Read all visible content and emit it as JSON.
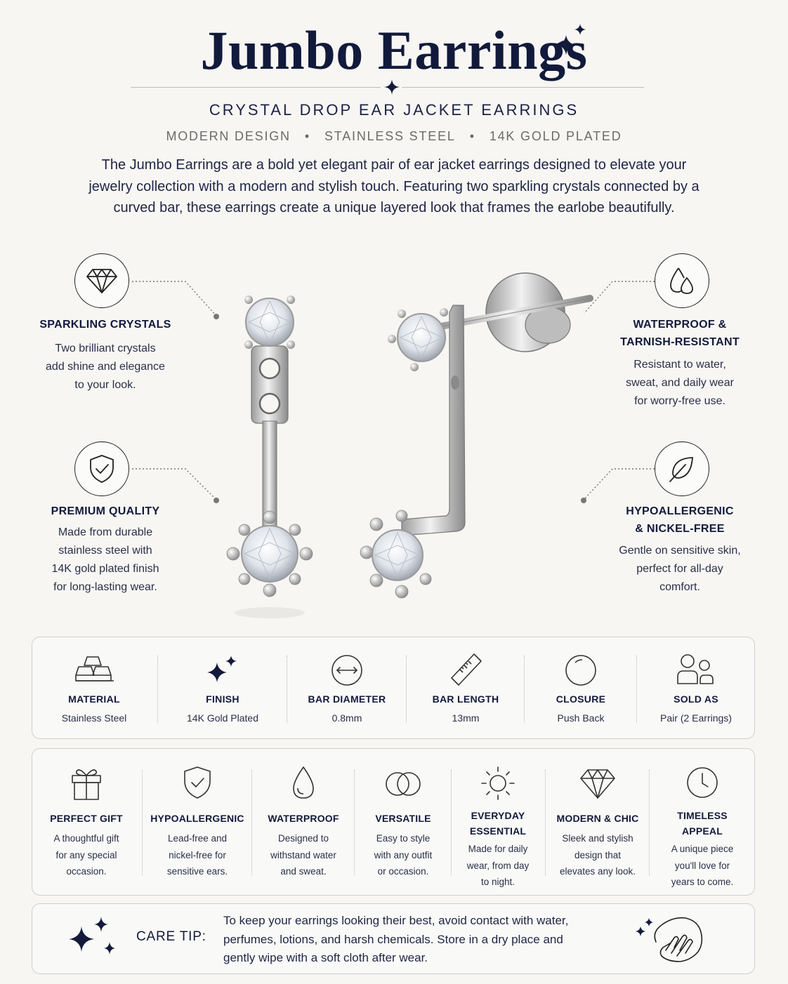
{
  "header": {
    "title": "Jumbo Earrings",
    "subtitle": "CRYSTAL DROP EAR JACKET EARRINGS",
    "features": [
      "MODERN DESIGN",
      "STAINLESS STEEL",
      "14K GOLD PLATED"
    ],
    "separator": "•",
    "description": "The Jumbo Earrings are a bold yet elegant pair of ear jacket earrings designed to elevate your jewelry collection with a modern and stylish touch. Featuring two sparkling crystals connected by a curved bar, these earrings create a unique layered look that frames the earlobe beautifully."
  },
  "callouts": {
    "sparkling": {
      "title": "SPARKLING CRYSTALS",
      "lines": [
        "Two brilliant crystals",
        "add shine and elegance",
        "to your look."
      ],
      "icon": "diamond-icon"
    },
    "premium": {
      "title": "PREMIUM QUALITY",
      "lines": [
        "Made from durable",
        "stainless steel with",
        "14K gold plated finish",
        "for long-lasting wear."
      ],
      "icon": "shield-check-icon"
    },
    "waterproof": {
      "title_lines": [
        "WATERPROOF &",
        "TARNISH-RESISTANT"
      ],
      "lines": [
        "Resistant to water,",
        "sweat, and daily wear",
        "for worry-free use."
      ],
      "icon": "water-drops-icon"
    },
    "hypoallergenic": {
      "title_lines": [
        "HYPOALLERGENIC",
        "& NICKEL-FREE"
      ],
      "lines": [
        "Gentle on sensitive skin,",
        "perfect for all-day",
        "comfort."
      ],
      "icon": "leaf-icon"
    }
  },
  "specs": [
    {
      "label": "MATERIAL",
      "value": "Stainless Steel",
      "icon": "steel-bars-icon"
    },
    {
      "label": "FINISH",
      "value": "14K Gold Plated",
      "icon": "sparkle-icon"
    },
    {
      "label": "BAR DIAMETER",
      "value": "0.8mm",
      "icon": "diameter-icon"
    },
    {
      "label": "BAR LENGTH",
      "value": "13mm",
      "icon": "ruler-icon"
    },
    {
      "label": "CLOSURE",
      "value": "Push Back",
      "icon": "circle-icon"
    },
    {
      "label": "SOLD AS",
      "value": "Pair (2 Earrings)",
      "icon": "pair-icon"
    }
  ],
  "benefits": [
    {
      "title": [
        "PERFECT GIFT"
      ],
      "text": [
        "A thoughtful gift",
        "for any special",
        "occasion."
      ],
      "icon": "gift-icon"
    },
    {
      "title": [
        "HYPOALLERGENIC"
      ],
      "text": [
        "Lead-free and",
        "nickel-free for",
        "sensitive ears."
      ],
      "icon": "shield-check-icon"
    },
    {
      "title": [
        "WATERPROOF"
      ],
      "text": [
        "Designed to",
        "withstand water",
        "and sweat."
      ],
      "icon": "drop-icon"
    },
    {
      "title": [
        "VERSATILE"
      ],
      "text": [
        "Easy to style",
        "with any outfit",
        "or occasion."
      ],
      "icon": "rings-icon"
    },
    {
      "title": [
        "EVERYDAY",
        "ESSENTIAL"
      ],
      "text": [
        "Made for daily",
        "wear, from day",
        "to night."
      ],
      "icon": "sun-icon"
    },
    {
      "title": [
        "MODERN & CHIC"
      ],
      "text": [
        "Sleek and stylish",
        "design that",
        "elevates any look."
      ],
      "icon": "diamond-icon"
    },
    {
      "title": [
        "TIMELESS",
        "APPEAL"
      ],
      "text": [
        "A unique piece",
        "you'll love for",
        "years to come."
      ],
      "icon": "clock-icon"
    }
  ],
  "care": {
    "label": "CARE TIP:",
    "lines": [
      "To keep your earrings looking their best, avoid contact with water,",
      "perfumes, lotions, and harsh chemicals. Store in a dry place and",
      "gently wipe with a soft cloth after wear."
    ]
  }
}
